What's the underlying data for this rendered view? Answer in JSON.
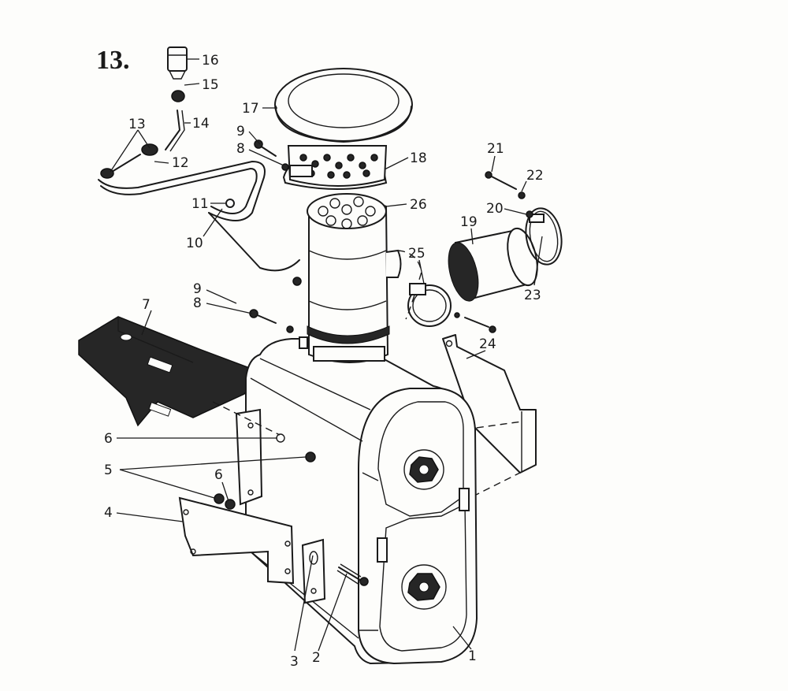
{
  "figure": {
    "number": "13."
  },
  "callouts": [
    {
      "id": "c16",
      "label": "16"
    },
    {
      "id": "c15",
      "label": "15"
    },
    {
      "id": "c14",
      "label": "14"
    },
    {
      "id": "c13",
      "label": "13"
    },
    {
      "id": "c12",
      "label": "12"
    },
    {
      "id": "c11",
      "label": "11"
    },
    {
      "id": "c10",
      "label": "10"
    },
    {
      "id": "c17",
      "label": "17"
    },
    {
      "id": "c9a",
      "label": "9"
    },
    {
      "id": "c8a",
      "label": "8"
    },
    {
      "id": "c18",
      "label": "18"
    },
    {
      "id": "c26",
      "label": "26"
    },
    {
      "id": "c21",
      "label": "21"
    },
    {
      "id": "c22",
      "label": "22"
    },
    {
      "id": "c20",
      "label": "20"
    },
    {
      "id": "c19",
      "label": "19"
    },
    {
      "id": "c25",
      "label": "25"
    },
    {
      "id": "c23",
      "label": "23"
    },
    {
      "id": "c9b",
      "label": "9"
    },
    {
      "id": "c8b",
      "label": "8"
    },
    {
      "id": "c7",
      "label": "7"
    },
    {
      "id": "c24",
      "label": "24"
    },
    {
      "id": "c6a",
      "label": "6"
    },
    {
      "id": "c5",
      "label": "5"
    },
    {
      "id": "c6b",
      "label": "6"
    },
    {
      "id": "c4",
      "label": "4"
    },
    {
      "id": "c3",
      "label": "3"
    },
    {
      "id": "c2",
      "label": "2"
    },
    {
      "id": "c1",
      "label": "1"
    }
  ]
}
